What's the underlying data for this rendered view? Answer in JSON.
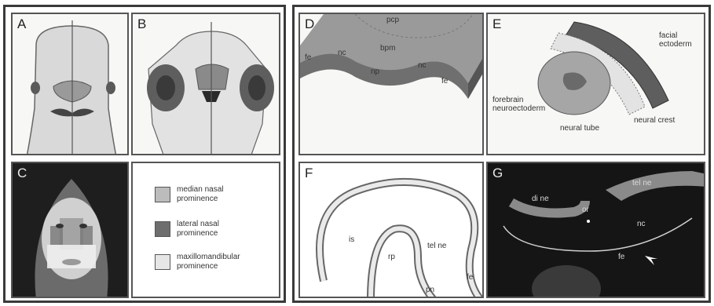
{
  "panels": {
    "A": {
      "label": "A"
    },
    "B": {
      "label": "B"
    },
    "C": {
      "label": "C"
    },
    "D": {
      "label": "D",
      "labels": {
        "pcp": "pcp",
        "bpm": "bpm",
        "fe_left": "fe",
        "nc_left": "nc",
        "np": "np",
        "nc_right": "nc",
        "fe_right": "fe"
      }
    },
    "E": {
      "label": "E",
      "labels": {
        "facial_ectoderm": "facial\nectoderm",
        "forebrain": "forebrain\nneuroectoderm",
        "neural_tube": "neural tube",
        "neural_crest": "neural crest"
      }
    },
    "F": {
      "label": "F",
      "labels": {
        "is": "is",
        "tel_ne": "tel ne",
        "rp": "rp",
        "fe": "fe",
        "pn": "pn"
      }
    },
    "G": {
      "label": "G",
      "labels": {
        "tel_ne": "tel ne",
        "di_ne": "di ne",
        "or": "or",
        "nc": "nc",
        "fe": "fe"
      }
    }
  },
  "legend": [
    {
      "text": "median nasal prominence",
      "color": "#bcbcbc"
    },
    {
      "text": "lateral nasal prominence",
      "color": "#6e6e6e"
    },
    {
      "text": "maxillomandibular prominence",
      "color": "#e6e6e6"
    }
  ]
}
